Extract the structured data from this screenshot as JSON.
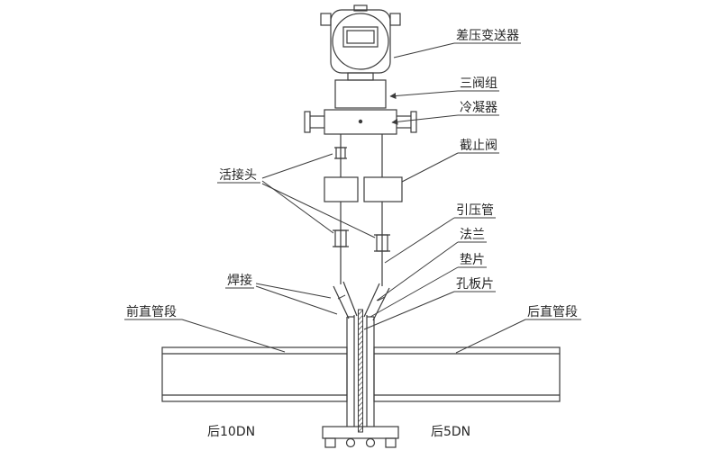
{
  "diagram": {
    "background_color": "#ffffff",
    "line_color": "#3b3b3b",
    "labels": {
      "transmitter": "差压变送器",
      "three_valve_manifold": "三阀组",
      "condenser": "冷凝器",
      "stop_valve": "截止阀",
      "union_joint": "活接头",
      "impulse_pipe": "引压管",
      "flange": "法兰",
      "gasket": "垫片",
      "orifice_plate": "孔板片",
      "weld": "焊接",
      "front_straight_pipe": "前直管段",
      "rear_straight_pipe": "后直管段",
      "left_pipe_length": "后10DN",
      "right_pipe_length": "后5DN"
    }
  }
}
